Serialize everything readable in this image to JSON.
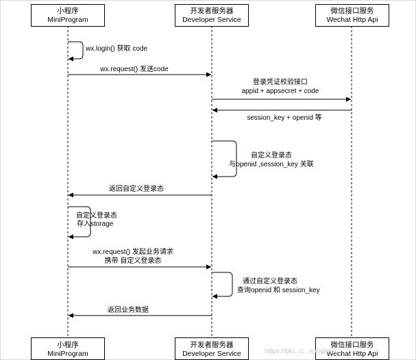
{
  "participants": [
    {
      "id": "miniprogram",
      "name_cn": "小程序",
      "name_en": "MiniProgram"
    },
    {
      "id": "developer",
      "name_cn": "开发者服务器",
      "name_en": "Developer Service"
    },
    {
      "id": "wechat",
      "name_cn": "微信接口服务",
      "name_en": "Wechat Http Api"
    }
  ],
  "messages": {
    "login": "wx.login() 获取 code",
    "send_code": "wx.request() 发送code",
    "verify_line1": "登录凭证校验接口",
    "verify_line2": "appid + appsecret + code",
    "session_return": "session_key + openid 等",
    "custom_state_line1": "自定义登录态",
    "custom_state_line2": "与openid ,session_key 关联",
    "return_state": "返回自定义登录态",
    "store_line1": "自定义登录态",
    "store_line2": "存入storage",
    "biz_request_line1": "wx.request() 发起业务请求",
    "biz_request_line2": "携带 自定义登录态",
    "query_line1": "通过自定义登录态",
    "query_line2": "查询openid 和 session_key",
    "return_data": "返回业务数据"
  },
  "watermark": "https://blo...c...soogbin1"
}
